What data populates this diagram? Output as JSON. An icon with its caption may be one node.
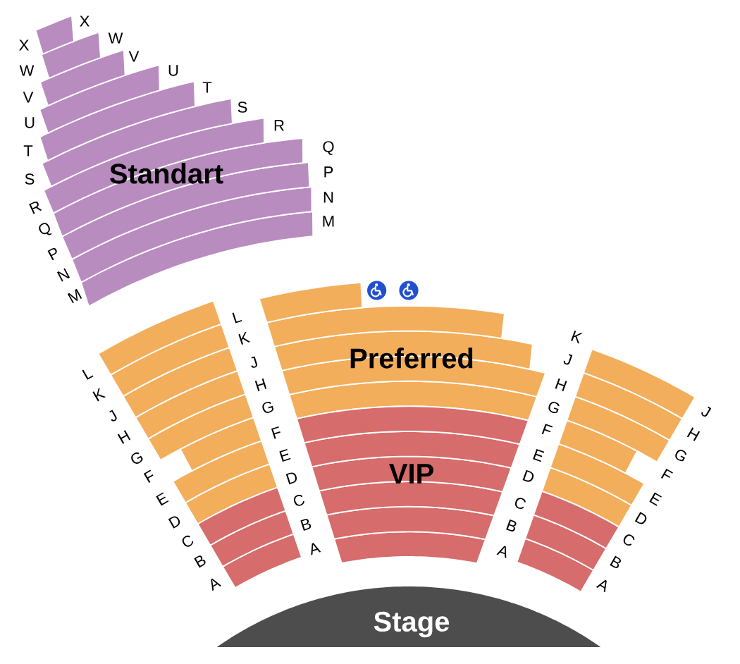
{
  "diagram": {
    "nodes": [
      {
        "text": [
          "Standart"
        ]
      },
      {
        "text": [],
        "shape": "band"
      },
      {
        "text": [
          "Preferred"
        ]
      },
      {
        "text": [],
        "shape": "band"
      },
      {
        "text": [],
        "shape": "band"
      },
      {
        "text": [
          "VIP"
        ]
      },
      {
        "text": [],
        "shape": "band"
      },
      {
        "text": [
          "Stage"
        ]
      }
    ],
    "labels": [
      "X",
      "W",
      "V",
      "U",
      "T",
      "S",
      "R",
      "Q",
      "P",
      "N",
      "M",
      "X",
      "W",
      "V",
      "U",
      "T",
      "S",
      "R",
      "Q",
      "P",
      "N",
      "M",
      "L",
      "K",
      "J",
      "H",
      "G",
      "F",
      "E",
      "D",
      "C",
      "B",
      "A",
      "L",
      "K",
      "J",
      "H",
      "G",
      "F",
      "E",
      "D",
      "C",
      "B",
      "A",
      "K",
      "J",
      "H",
      "G",
      "F",
      "E",
      "D",
      "C",
      "B",
      "A",
      "J",
      "H",
      "G",
      "F",
      "E",
      "D",
      "C",
      "B",
      "A"
    ]
  }
}
